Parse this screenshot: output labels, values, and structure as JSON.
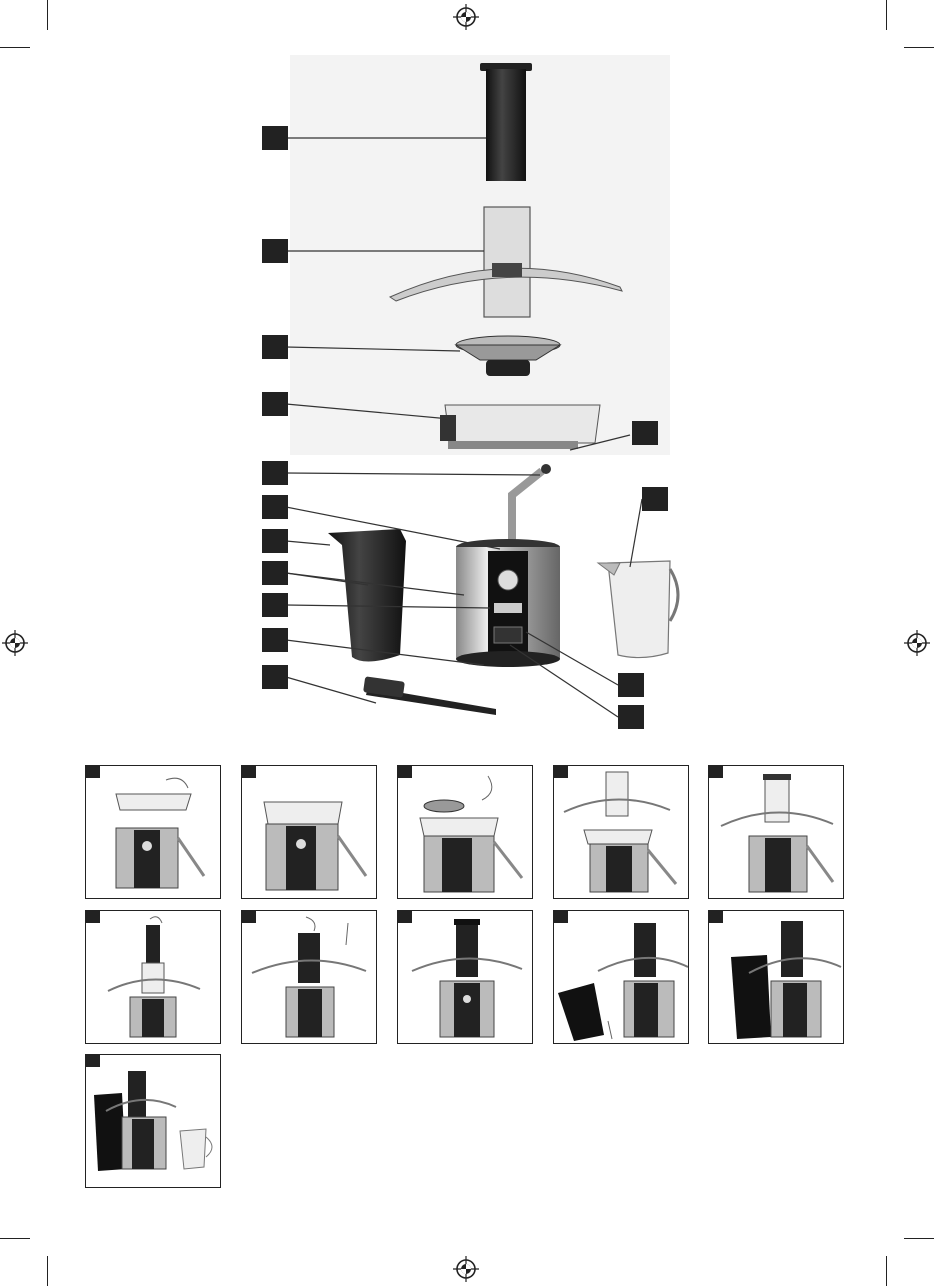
{
  "page": {
    "accent": "#222222",
    "icons": [
      "registration-mark-icon",
      "crop-mark-icon"
    ]
  },
  "parts_diagram": {
    "callout_count_left": 11,
    "callout_count_right": 4
  },
  "steps": {
    "count": 11
  }
}
